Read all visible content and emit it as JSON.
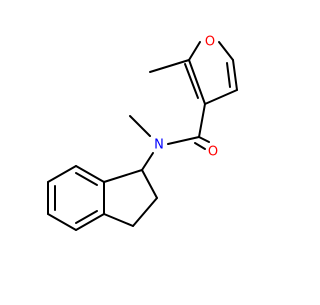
{
  "molecule": {
    "atoms": {
      "oxygen_furan": "O",
      "oxygen_carbonyl": "O",
      "nitrogen_amide": "N"
    }
  },
  "colors": {
    "bond": "#000000",
    "oxygen": "#ff0000",
    "nitrogen": "#0000ff",
    "background": "#ffffff"
  }
}
